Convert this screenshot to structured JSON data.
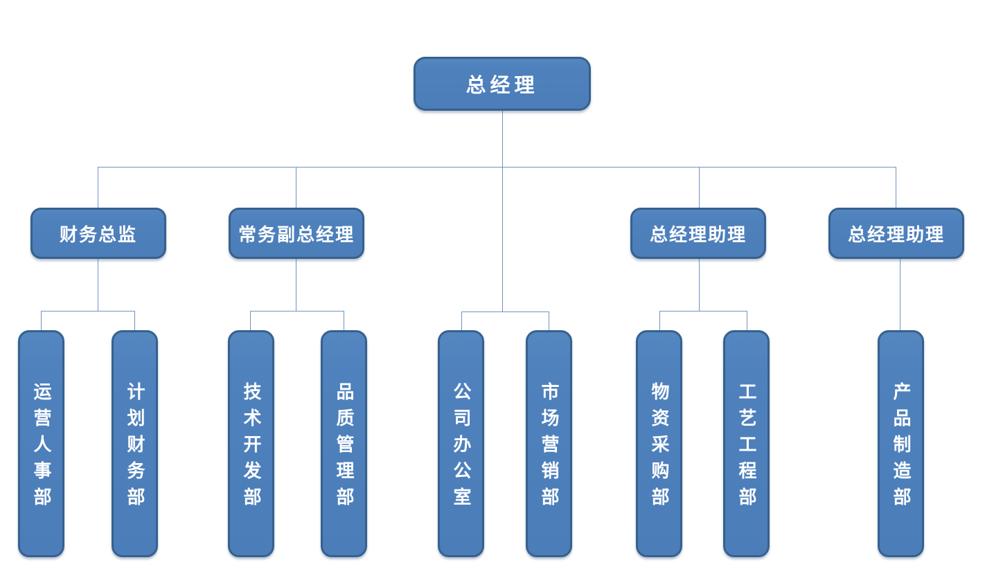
{
  "diagram": {
    "type": "org-chart",
    "background": "#ffffff",
    "colors": {
      "node_fill": "#4f81bd",
      "node_border": "#36618e",
      "connector_line": "#6e93c0",
      "node_text": "#ffffff"
    },
    "nodes": {
      "root": "总经理",
      "l2": [
        "财务总监",
        "常务副总经理",
        "总经理助理",
        "总经理助理"
      ],
      "l3": [
        "运营人事部",
        "计划财务部",
        "技术开发部",
        "品质管理部",
        "公司办公室",
        "市场营销部",
        "物资采购部",
        "工艺工程部",
        "产品制造部"
      ]
    },
    "edges": [
      {
        "parent": "总经理",
        "children": [
          "财务总监",
          "常务副总经理",
          "公司办公室",
          "市场营销部",
          "总经理助理",
          "总经理助理"
        ]
      },
      {
        "parent": "财务总监",
        "children": [
          "运营人事部",
          "计划财务部"
        ]
      },
      {
        "parent": "常务副总经理",
        "children": [
          "技术开发部",
          "品质管理部"
        ]
      },
      {
        "parent": "总经理助理",
        "children": [
          "物资采购部",
          "工艺工程部"
        ]
      },
      {
        "parent": "总经理助理",
        "children": [
          "产品制造部"
        ]
      }
    ]
  }
}
